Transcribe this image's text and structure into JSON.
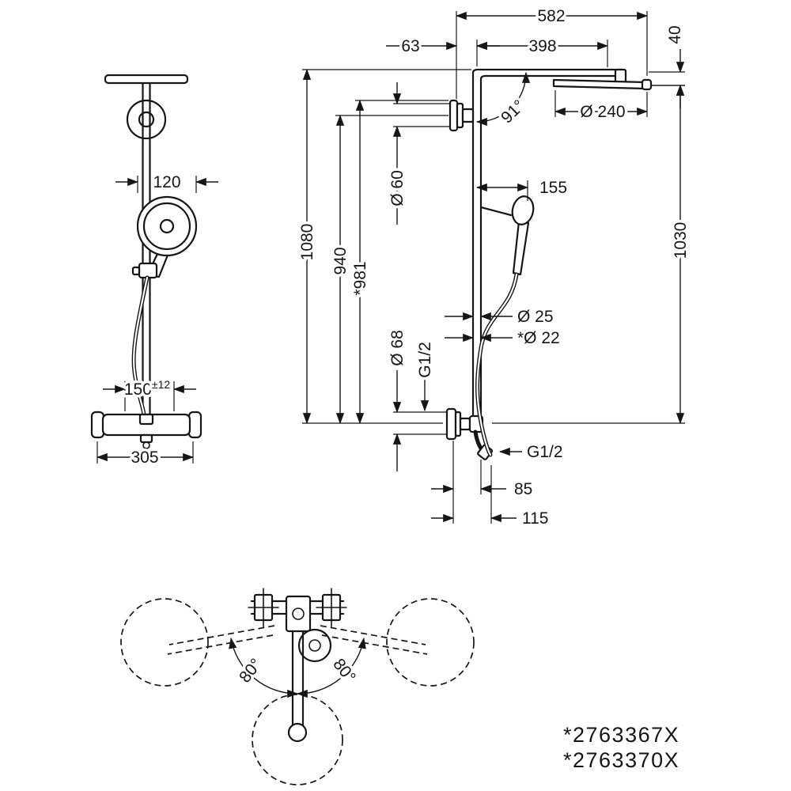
{
  "front_view": {
    "dim_hand_shower_diameter": "120",
    "dim_connection_spacing": "150",
    "dim_connection_tolerance": "±12",
    "dim_valve_width": "305"
  },
  "side_view": {
    "dim_total_depth": "582",
    "dim_wall_to_pipe": "63",
    "dim_arm_reach": "398",
    "dim_head_height": "40",
    "dim_head_diameter": "Ø 240",
    "dim_arm_angle": "91°",
    "dim_mount_diameter": "Ø 60",
    "dim_holder_reach": "155",
    "dim_total_height": "1080",
    "dim_height_lower": "940",
    "dim_height_lower_alt": "*981",
    "dim_height_right": "1030",
    "dim_pipe_diameter": "Ø 25",
    "dim_pipe_diameter_alt": "*Ø 22",
    "dim_outlet_flange_diameter": "Ø 68",
    "dim_thread_size": "G1/2",
    "dim_outlet_thread": "G1/2",
    "dim_outlet_depth_85": "85",
    "dim_outlet_depth_115": "115"
  },
  "top_view": {
    "swivel_left": "80°",
    "swivel_right": "80°"
  },
  "part_numbers": {
    "line1": "*2763367X",
    "line2": "*2763370X"
  }
}
